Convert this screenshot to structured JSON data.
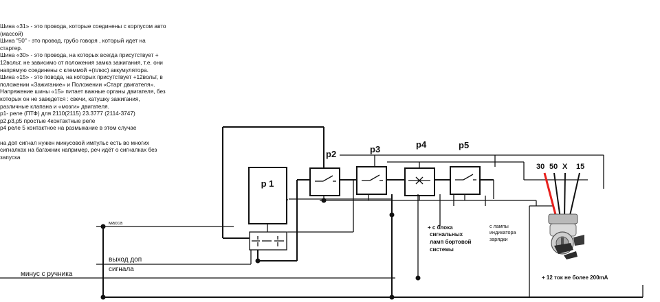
{
  "notes": [
    " Шина «31» - это провода, которые соединены с корпусом авто",
    "(массой)",
    "Шина \"50\" - это провод, грубо говоря , который идет на",
    "стартер.",
    "Шина «30» - это провода, на которых всегда присутствует +",
    "12вольт, не зависимо от положения замка зажигания, т.е. они",
    "напрямую соединены с клеммой +(плюс) аккумулятора.",
    " Шина «15» - это повода, на которых присутствует +12вольт, в",
    "положении «Зажигание» и Положении «Старт двигателя».",
    "Напряжение шины «15» питает важные органы двигателя, без",
    "которых он не заведется : свечи, катушку зажигания,",
    "различные клапана и «мозги» двигателя.",
    "р1- реле (ПТФ) для 2110(2115) 23.3777 (2114-3747)",
    "р2,р3,р5 простые 4контактные реле",
    "р4 реле 5 контактное на размыкание в этом случае",
    "",
    "на доп сигнал нужен минусовой импульс есть во многих",
    "сигналках на багажник например, реч идёт о сигналках без",
    "запуска"
  ],
  "relays": {
    "p1": "р 1",
    "p2": "р2",
    "p3": "р3",
    "p4": "р4",
    "p5": "р5"
  },
  "wires": {
    "massa": "масса",
    "extra_signal_line1": "выход доп",
    "extra_signal_line2": "сигнала",
    "handbrake_minus": "минус с ручника"
  },
  "callouts": {
    "signal_block_line1": "+ с блока",
    "signal_block_line2": "сигнальных",
    "signal_block_line3": "ламп бортовой",
    "signal_block_line4": "системы",
    "charge_lamp_line1": "с лампы",
    "charge_lamp_line2": "индикатора",
    "charge_lamp_line3": "зарядки",
    "plus12": "+ 12 ток не более 200mA"
  },
  "ignition": {
    "t30": "30",
    "t50": "50",
    "tX": "X",
    "t15": "15"
  },
  "colors": {
    "wire": "#111111",
    "red_wire": "#e8201c"
  }
}
